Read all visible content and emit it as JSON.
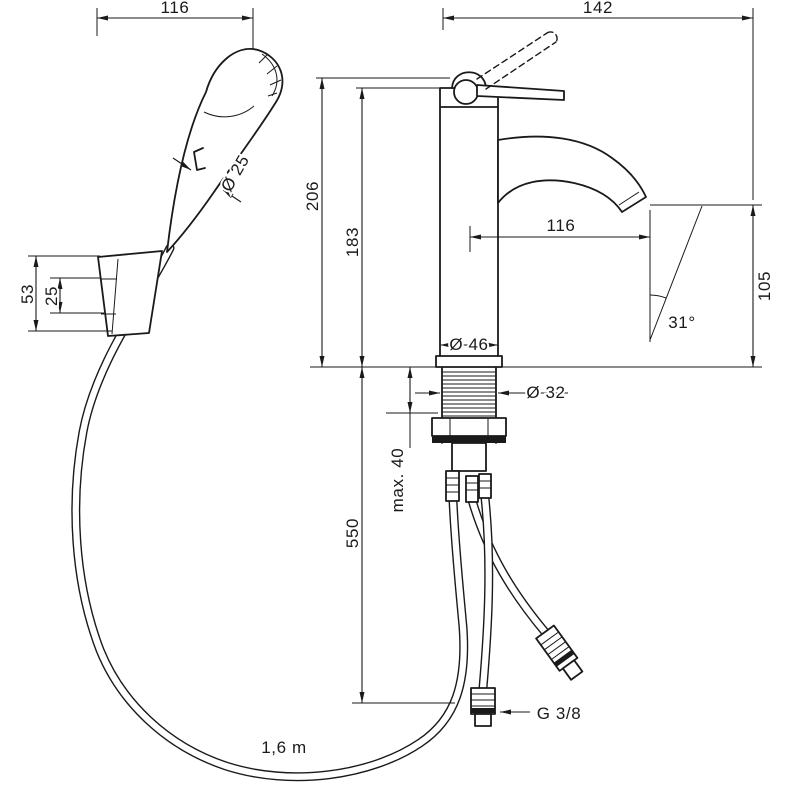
{
  "drawing": {
    "background": "#ffffff",
    "line_color": "#1a1a1a",
    "description": "Dimensional technical drawing of a single-lever basin mixer with hand sprayer, holder and connection hoses"
  },
  "labels": {
    "holder_width": "116",
    "overall_width": "142",
    "total_height": "206",
    "spout_pivot_height": "183",
    "sprayer_diameter": "Ø 25",
    "holder_height": "53",
    "holder_offset": "25",
    "spout_reach": "116",
    "outlet_height": "105",
    "outlet_angle": "31°",
    "body_diameter": "Ø 46",
    "shank_diameter": "Ø 32",
    "max_deck_thickness": "max. 40",
    "connection_height": "550",
    "hose_length": "1,6 m",
    "thread_size": "G 3/8"
  }
}
